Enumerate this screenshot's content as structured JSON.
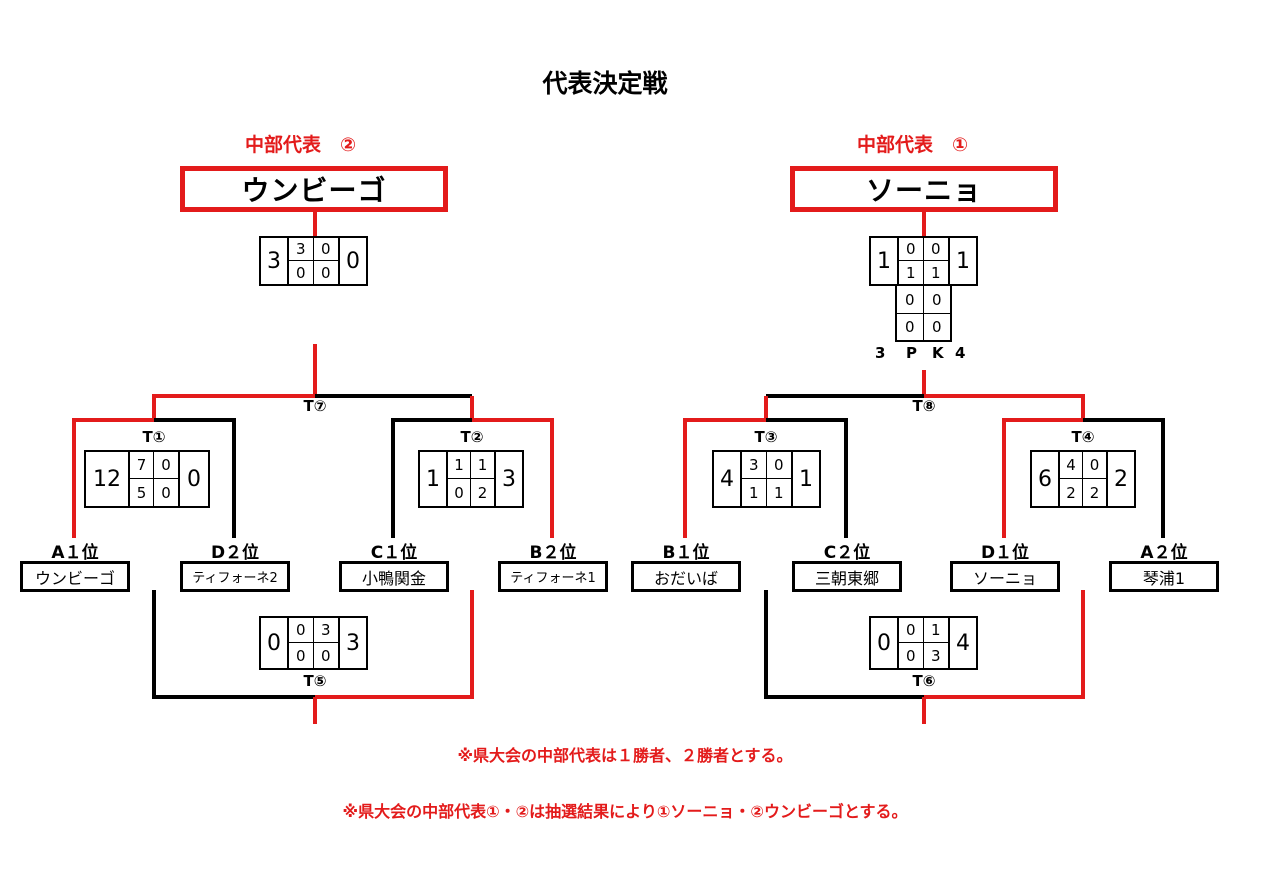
{
  "title": "代表決定戦",
  "left_rep": {
    "label": "中部代表　②",
    "winner": "ウンビーゴ"
  },
  "right_rep": {
    "label": "中部代表　①",
    "winner": "ソーニョ"
  },
  "final_left": {
    "total_l": "3",
    "tl": "3",
    "tr": "0",
    "bl": "0",
    "br": "0",
    "total_r": "0"
  },
  "final_right": {
    "total_l": "1",
    "tl": "0",
    "tr": "0",
    "bl": "1",
    "br": "1",
    "total_r": "1",
    "pk_rows": [
      [
        "0",
        "0"
      ],
      [
        "0",
        "0"
      ]
    ],
    "pk_label": {
      "left": "3",
      "p": "P",
      "k": "K",
      "right": "4"
    }
  },
  "matches": {
    "t1": {
      "label": "T①",
      "total_l": "12",
      "tl": "7",
      "tr": "0",
      "bl": "5",
      "br": "0",
      "total_r": "0"
    },
    "t2": {
      "label": "T②",
      "total_l": "1",
      "tl": "1",
      "tr": "1",
      "bl": "0",
      "br": "2",
      "total_r": "3"
    },
    "t3": {
      "label": "T③",
      "total_l": "4",
      "tl": "3",
      "tr": "0",
      "bl": "1",
      "br": "1",
      "total_r": "1"
    },
    "t4": {
      "label": "T④",
      "total_l": "6",
      "tl": "4",
      "tr": "0",
      "bl": "2",
      "br": "2",
      "total_r": "2"
    },
    "t5": {
      "label": "T⑤",
      "total_l": "0",
      "tl": "0",
      "tr": "3",
      "bl": "0",
      "br": "0",
      "total_r": "3"
    },
    "t6": {
      "label": "T⑥",
      "total_l": "0",
      "tl": "0",
      "tr": "1",
      "bl": "0",
      "br": "3",
      "total_r": "4"
    },
    "t7": {
      "label": "T⑦"
    },
    "t8": {
      "label": "T⑧"
    }
  },
  "teams": [
    {
      "seed": "A１位",
      "name": "ウンビーゴ"
    },
    {
      "seed": "D２位",
      "name": "ティフォーネ2"
    },
    {
      "seed": "C１位",
      "name": "小鴨関金"
    },
    {
      "seed": "B２位",
      "name": "ティフォーネ1"
    },
    {
      "seed": "B１位",
      "name": "おだいば"
    },
    {
      "seed": "C２位",
      "name": "三朝東郷"
    },
    {
      "seed": "D１位",
      "name": "ソーニョ"
    },
    {
      "seed": "A２位",
      "name": "琴浦1"
    }
  ],
  "notes": [
    "※県大会の中部代表は１勝者、２勝者とする。",
    "※県大会の中部代表①・②は抽選結果により①ソーニョ・②ウンビーゴとする。"
  ],
  "colors": {
    "win": "#e31b1b",
    "line": "#000000"
  }
}
